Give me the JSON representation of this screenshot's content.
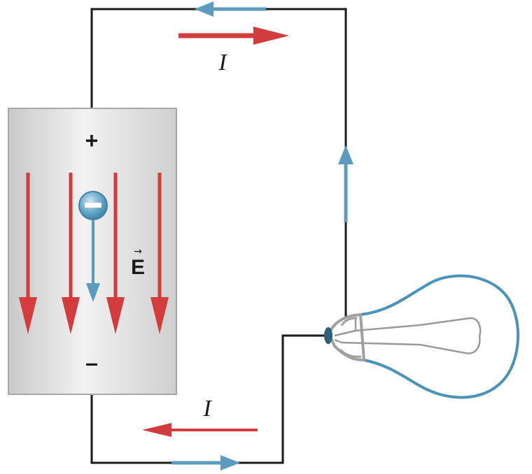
{
  "battery": {
    "positive_symbol": "+",
    "negative_symbol": "–"
  },
  "field": {
    "label": "E",
    "vector_arrow": "→"
  },
  "current": {
    "top_label": "I",
    "bottom_label": "I"
  },
  "colors": {
    "wire": "#1a1a1a",
    "current_arrow": "#d23c3c",
    "electron_flow": "#5b9bbf",
    "field_arrow": "#d23c3c",
    "battery_fill": "#d8d8d8",
    "battery_edge": "#a8a8a8",
    "bulb_glass": "#4a93b8",
    "bulb_base": "#a0a0a0",
    "electron": "#4a93b8"
  },
  "icons": [
    "battery-icon",
    "light-bulb-icon",
    "electron-icon"
  ]
}
